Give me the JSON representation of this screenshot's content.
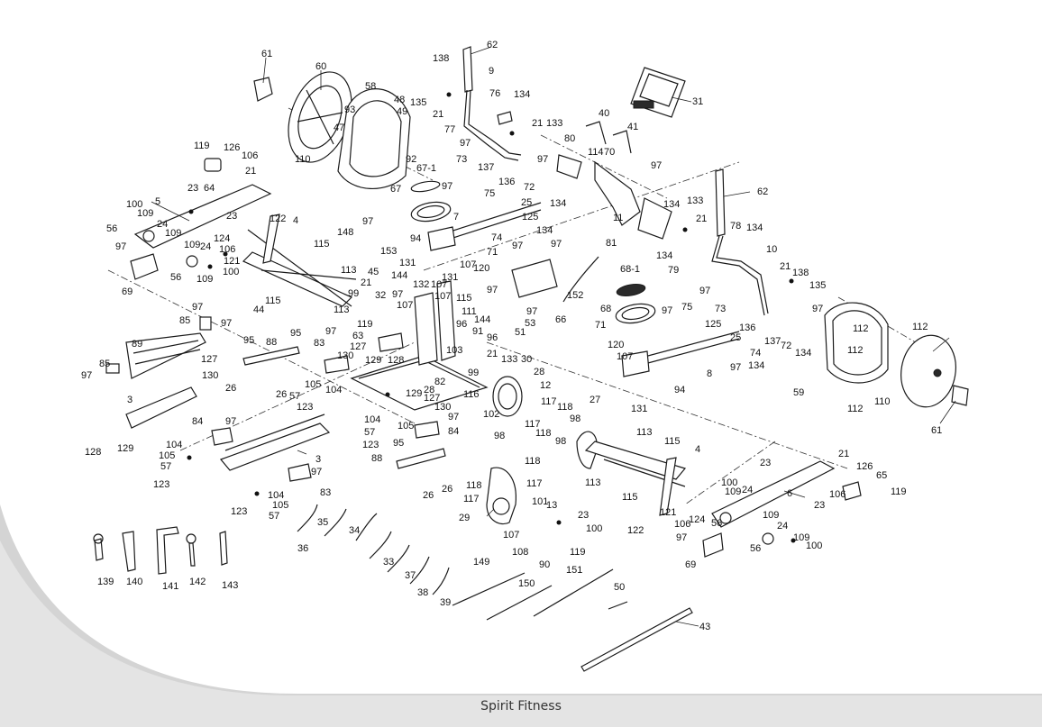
{
  "footer": {
    "brand": "Spirit Fitness"
  },
  "callouts": [
    "3",
    "4",
    "5",
    "6",
    "7",
    "8",
    "9",
    "10",
    "11",
    "12",
    "13",
    "21",
    "23",
    "24",
    "25",
    "26",
    "27",
    "28",
    "29",
    "30",
    "31",
    "32",
    "33",
    "34",
    "35",
    "36",
    "37",
    "38",
    "39",
    "40",
    "41",
    "43",
    "44",
    "45",
    "47",
    "48",
    "49",
    "50",
    "51",
    "53",
    "56",
    "57",
    "58",
    "59",
    "60",
    "61",
    "62",
    "63",
    "64",
    "65",
    "66",
    "67",
    "67-1",
    "68",
    "68-1",
    "69",
    "70",
    "71",
    "72",
    "73",
    "74",
    "75",
    "76",
    "77",
    "78",
    "79",
    "80",
    "81",
    "82",
    "83",
    "84",
    "85",
    "88",
    "89",
    "90",
    "91",
    "92",
    "93",
    "94",
    "95",
    "96",
    "97",
    "98",
    "99",
    "100",
    "101",
    "102",
    "103",
    "104",
    "105",
    "106",
    "107",
    "108",
    "109",
    "110",
    "111",
    "112",
    "113",
    "114",
    "115",
    "116",
    "117",
    "118",
    "119",
    "120",
    "121",
    "122",
    "123",
    "124",
    "125",
    "126",
    "127",
    "128",
    "129",
    "130",
    "131",
    "132",
    "133",
    "134",
    "135",
    "136",
    "137",
    "138",
    "139",
    "140",
    "141",
    "142",
    "143",
    "144",
    "148",
    "149",
    "150",
    "151",
    "152",
    "153"
  ]
}
